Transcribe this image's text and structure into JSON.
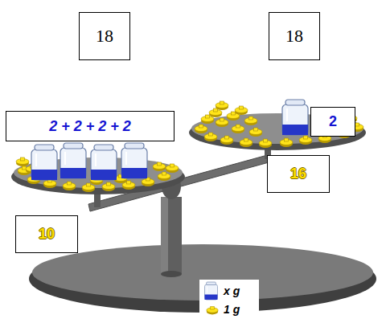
{
  "diagram": {
    "nodes": [
      {
        "text": [
          "18"
        ]
      },
      {
        "text": [
          "18"
        ]
      },
      {
        "text": [
          "2 + 2 + 2 + 2"
        ]
      },
      {
        "text": [
          "2"
        ]
      },
      {
        "text": [
          "16"
        ]
      },
      {
        "text": [
          "10"
        ]
      }
    ],
    "legend": [
      {
        "text": "x g"
      },
      {
        "text": "1 g"
      }
    ]
  }
}
